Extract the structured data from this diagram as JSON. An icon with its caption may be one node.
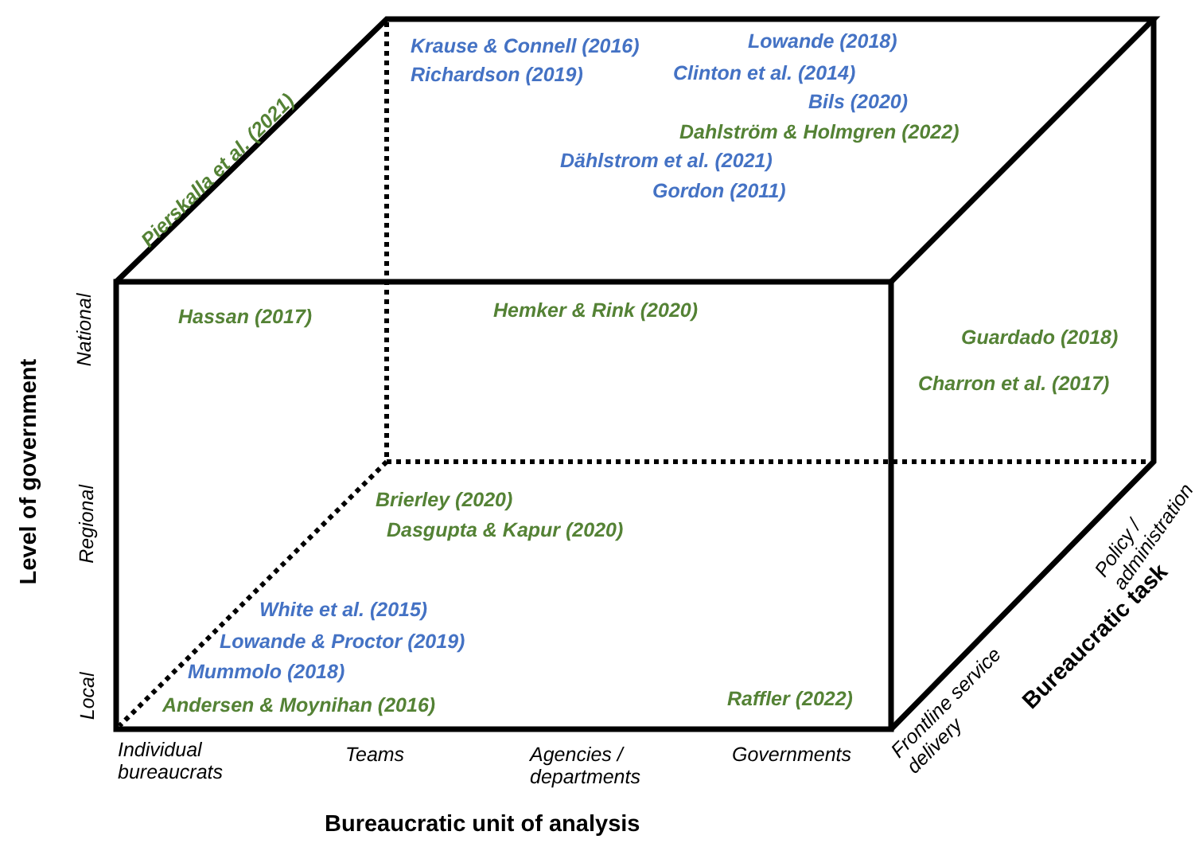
{
  "diagram": {
    "labels": [
      "Krause & Connell (2016)",
      "Lowande (2018)",
      "Richardson (2019)",
      "Clinton et al. (2014)",
      "Pierskalla et al. (2021)",
      "Bils (2020)",
      "Dahlström & Holmgren (2022)",
      "Dählstrom et al. (2021)",
      "Gordon (2011)",
      "National",
      "Hassan (2017)",
      "Hemker & Rink (2020)",
      "Guardado (2018)",
      "Charron et al. (2017)",
      "Level of government",
      "Regional",
      "Brierley (2020)",
      "Dasgupta & Kapur (2020)",
      "Policy / administration",
      "White et al. (2015)",
      "Lowande & Proctor (2019)",
      "Mummolo (2018)",
      "Bureaucratic task",
      "Local",
      "Andersen & Moynihan (2016)",
      "Raffler (2022)",
      "Frontline service delivery",
      "Individual bureaucrats",
      "Teams",
      "Agencies / departments",
      "Governments",
      "Bureaucratic unit of analysis"
    ]
  }
}
